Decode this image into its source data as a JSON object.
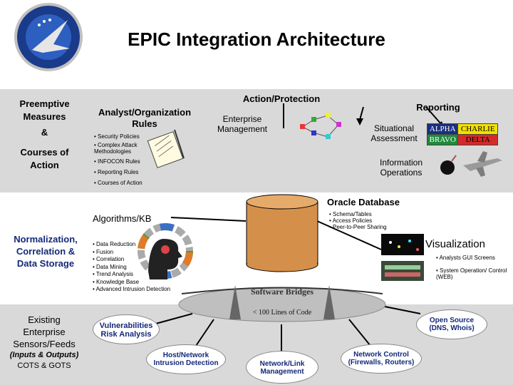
{
  "title": "EPIC Integration Architecture",
  "left_column": {
    "row1_lines": [
      "Preemptive",
      "Measures",
      "&",
      "Courses of",
      "Action"
    ],
    "row2_lines": [
      "Normalization,",
      "Correlation &",
      "Data Storage"
    ],
    "row3_lines": [
      "Existing",
      "Enterprise",
      "Sensors/Feeds"
    ],
    "row3_sub_lines": [
      "(Inputs & Outputs)",
      "COTS & GOTS"
    ]
  },
  "analyst": {
    "heading_lines": [
      "Analyst/Organization",
      "Rules"
    ],
    "items": [
      "• Security Policies",
      "• Complex Attack Methodologies",
      "• INFOCON Rules",
      "• Reporting Rules",
      "• Courses of Action"
    ]
  },
  "action_protection": "Action/Protection",
  "enterprise_management_lines": [
    "Enterprise",
    "Management"
  ],
  "reporting": {
    "heading": "Reporting",
    "situational_lines": [
      "Situational",
      "Assessment"
    ],
    "information_lines": [
      "Information",
      "Operations"
    ],
    "grid": [
      [
        "ALPHA",
        "CHARLIE"
      ],
      [
        "BRAVO",
        "DELTA"
      ]
    ]
  },
  "oracle": {
    "heading": "Oracle Database",
    "items": [
      "• Schema/Tables",
      "• Access Policies",
      "• Peer-to-Peer Sharing"
    ]
  },
  "algorithms": {
    "heading": "Algorithms/KB",
    "items": [
      "• Data Reduction",
      "• Fusion",
      "• Correlation",
      "• Data Mining",
      "• Trend Analysis",
      "• Knowledge Base",
      "• Advanced Intrusion Detection"
    ]
  },
  "visualization": {
    "heading": "Visualization",
    "items": [
      "• Analysts GUI Screens",
      "• System Operation/ Control (WEB)"
    ]
  },
  "software_bridges": "Software Bridges",
  "lines_of_code": "< 100 Lines of Code",
  "ovals": {
    "vulnerabilities_lines": [
      "Vulnerabilities",
      "Risk Analysis"
    ],
    "host_lines": [
      "Host/Network",
      "Intrusion Detection"
    ],
    "network_link_lines": [
      "Network/Link",
      "Management"
    ],
    "network_control_lines": [
      "Network Control",
      "(Firewalls, Routers)"
    ],
    "open_source_lines": [
      "Open Source",
      "(DNS, Whois)"
    ]
  },
  "colors": {
    "band_gray": "#d9d9d9",
    "cylinder": "#d4904a",
    "oval_text_blue": "#14287a",
    "alpha": "#1b2f80",
    "charlie": "#f2e100",
    "bravo": "#1f8a3c",
    "delta": "#d42a2a"
  }
}
